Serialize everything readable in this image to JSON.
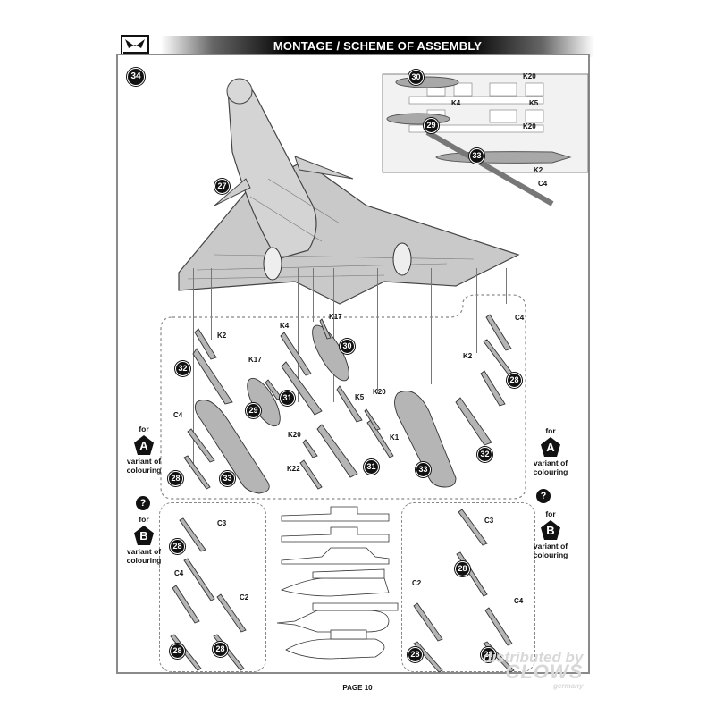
{
  "header": {
    "title": "MONTAGE / SCHEME OF ASSEMBLY",
    "logo": "modelsvit-shield-logo"
  },
  "step": {
    "number": "34",
    "main_part": "27"
  },
  "inset": {
    "callouts": [
      "30",
      "29",
      "33"
    ],
    "labels": [
      "K20",
      "K4",
      "K5",
      "K20",
      "K2",
      "C4"
    ]
  },
  "variant_a_panel": {
    "callouts": [
      "32",
      "29",
      "31",
      "30",
      "31",
      "33",
      "28",
      "33",
      "32",
      "28"
    ],
    "labels": [
      "K2",
      "K4",
      "K17",
      "K17",
      "K5",
      "K20",
      "K20",
      "K1",
      "K22",
      "C4",
      "K2",
      "C4"
    ]
  },
  "variant_b_left_panel": {
    "callouts": [
      "28",
      "28",
      "28"
    ],
    "labels": [
      "C3",
      "C4",
      "C2"
    ]
  },
  "variant_b_right_panel": {
    "callouts": [
      "28",
      "28",
      "28"
    ],
    "labels": [
      "C3",
      "C2",
      "C4"
    ]
  },
  "variant_a": {
    "for": "for",
    "letter": "A",
    "desc_line1": "variant of",
    "desc_line2": "colouring"
  },
  "variant_b": {
    "for": "for",
    "letter": "B",
    "desc_line1": "variant of",
    "desc_line2": "colouring"
  },
  "question_mark": "?",
  "footer": {
    "page": "PAGE 10"
  },
  "watermark": {
    "line1": "distributed by",
    "brand": "CLOWS",
    "sub": "germany"
  }
}
